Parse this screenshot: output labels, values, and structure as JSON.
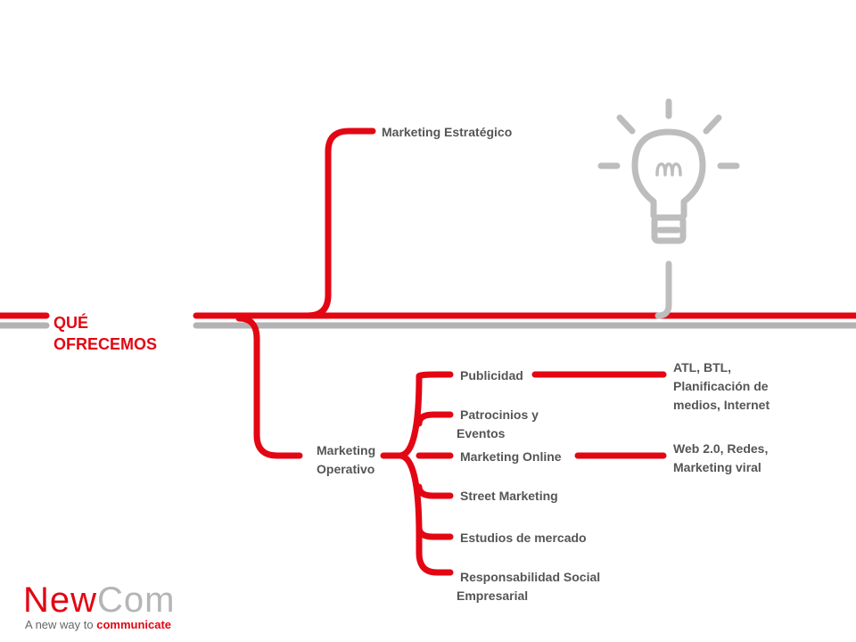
{
  "title": "QUÉ OFRECEMOS",
  "branches": {
    "strategic": "Marketing Estratégico",
    "operative": "Marketing Operativo"
  },
  "operative_items": [
    "Publicidad",
    "Patrocinios y Eventos",
    "Marketing Online",
    "Street Marketing",
    "Estudios de mercado",
    "Responsabilidad Social Empresarial"
  ],
  "details": {
    "publicidad": "ATL, BTL, Planificación de medios, Internet",
    "online": "Web 2.0, Redes, Marketing viral"
  },
  "logo": {
    "word_part1": "New",
    "word_part2": "Com",
    "tagline_part1": "A new way to",
    "tagline_part2": "communicate"
  },
  "colors": {
    "accent": "#e30613",
    "gray_line": "#b3b3b3",
    "bulb": "#bdbdbd",
    "text": "#555555"
  },
  "icons": [
    "lightbulb-icon"
  ]
}
